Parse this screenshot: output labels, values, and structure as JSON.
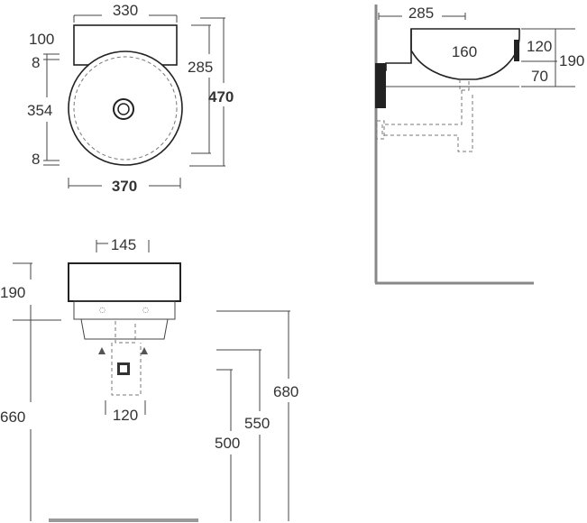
{
  "top_view": {
    "dims": {
      "width_top": "330",
      "top_offset": "100",
      "small_top": "8",
      "radius_height": "354",
      "small_bottom": "8",
      "depth_inner": "285",
      "depth_total": "470",
      "width_bottom": "370"
    }
  },
  "side_view": {
    "dims": {
      "depth": "285",
      "bowl_width": "160",
      "bowl_height": "120",
      "total_height": "190",
      "base_height": "70"
    }
  },
  "front_view": {
    "dims": {
      "top_width": "145",
      "basin_height": "190",
      "floor_to_basin": "660",
      "waste_width": "120",
      "height_680": "680",
      "height_550": "550",
      "height_500": "500"
    }
  }
}
